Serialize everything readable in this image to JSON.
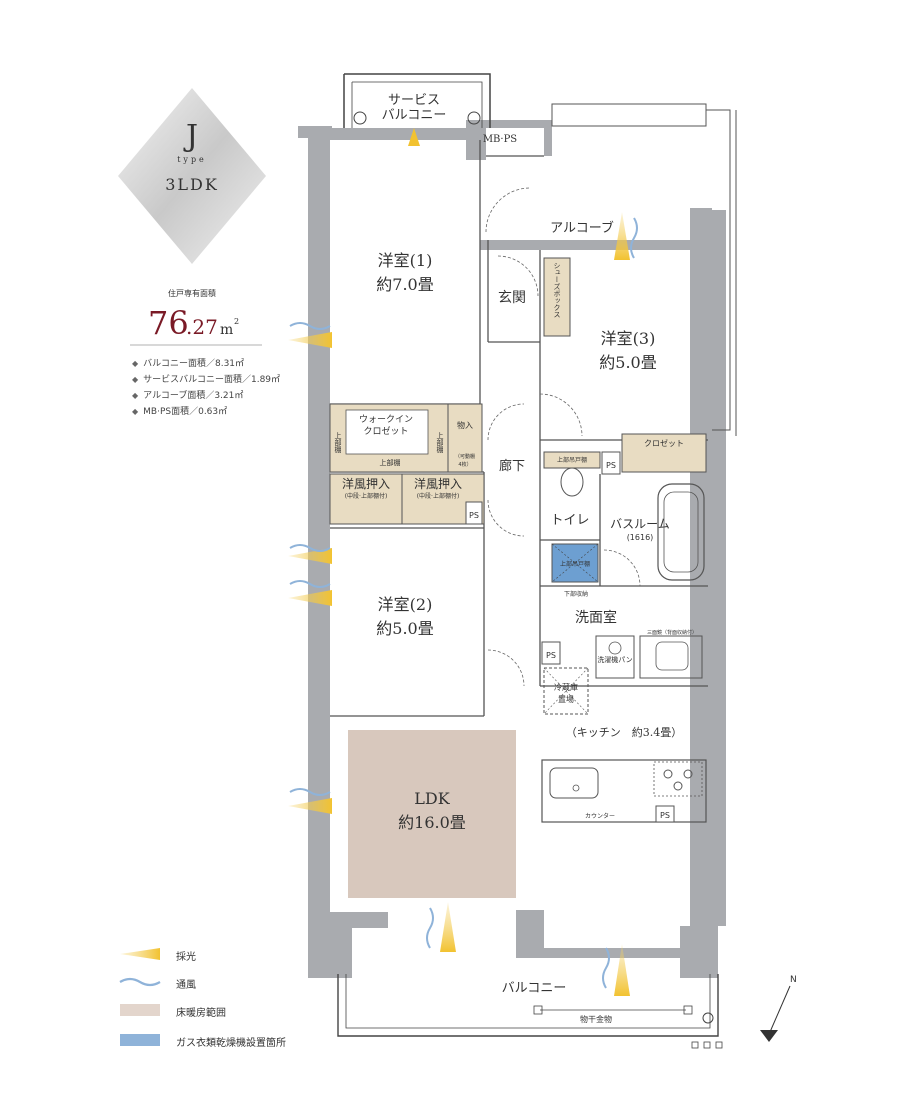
{
  "badge": {
    "letter": "J",
    "type_word": "type",
    "layout": "3LDK"
  },
  "area": {
    "label": "住戸専有面積",
    "value_int": "76",
    "value_dec": ".27",
    "unit": "m",
    "unit_sup": "2"
  },
  "specs": [
    {
      "bullet": "◆",
      "text": "バルコニー面積／8.31㎡"
    },
    {
      "bullet": "◆",
      "text": "サービスバルコニー面積／1.89㎡"
    },
    {
      "bullet": "◆",
      "text": "アルコーブ面積／3.21㎡"
    },
    {
      "bullet": "◆",
      "text": "MB·PS面積／0.63㎡"
    }
  ],
  "rooms": {
    "service_balcony_1": "サービス",
    "service_balcony_2": "バルコニー",
    "mbps": "MB·PS",
    "alcove": "アルコーブ",
    "room1_name": "洋室(1)",
    "room1_size": "約7.0畳",
    "genkan": "玄関",
    "shoes_box": "シューズボックス",
    "room3_name": "洋室(3)",
    "room3_size": "約5.0畳",
    "walkin_1": "ウォークイン",
    "walkin_2": "クロゼット",
    "jobu": "上部棚",
    "monoire": "物入",
    "kado_1": "（可動棚",
    "kado_2": "4枚）",
    "closet": "クロゼット",
    "rouka": "廊下",
    "jobu_tsuri": "上部吊戸棚",
    "ps": "PS",
    "yofu_oshiire": "洋風押入",
    "yofu_sub": "(中段·上部棚付)",
    "toilet": "トイレ",
    "bath_name": "バスルーム",
    "bath_size": "(1616)",
    "kabu_shuno": "下部収納",
    "room2_name": "洋室(2)",
    "room2_size": "約5.0畳",
    "senmen": "洗面室",
    "sanmenkyo": "三面鏡（背面収納付）",
    "sentakuki": "洗濯機パン",
    "reizoko_1": "冷蔵庫",
    "reizoko_2": "置場",
    "kitchen": "（キッチン　約3.4畳）",
    "ldk_name": "LDK",
    "ldk_size": "約16.0畳",
    "counter": "カウンター",
    "balcony": "バルコニー",
    "monohoshi": "物干金物"
  },
  "legend": [
    {
      "key": "light",
      "text": "採光",
      "color": "#f2c94c"
    },
    {
      "key": "wind",
      "text": "通風",
      "color": "#8fb3d9"
    },
    {
      "key": "floor_heat",
      "text": "床暖房範囲",
      "color": "#e3d5cc"
    },
    {
      "key": "dryer",
      "text": "ガス衣類乾燥機設置箇所",
      "color": "#8fb3d9"
    }
  ],
  "compass": {
    "label": "N"
  },
  "colors": {
    "wall": "#a9abaf",
    "floor_heat": "#d8c8bd",
    "storage": "#e8dcc2",
    "dryer": "#6d9fd1",
    "accent_red": "#7a1a26"
  }
}
